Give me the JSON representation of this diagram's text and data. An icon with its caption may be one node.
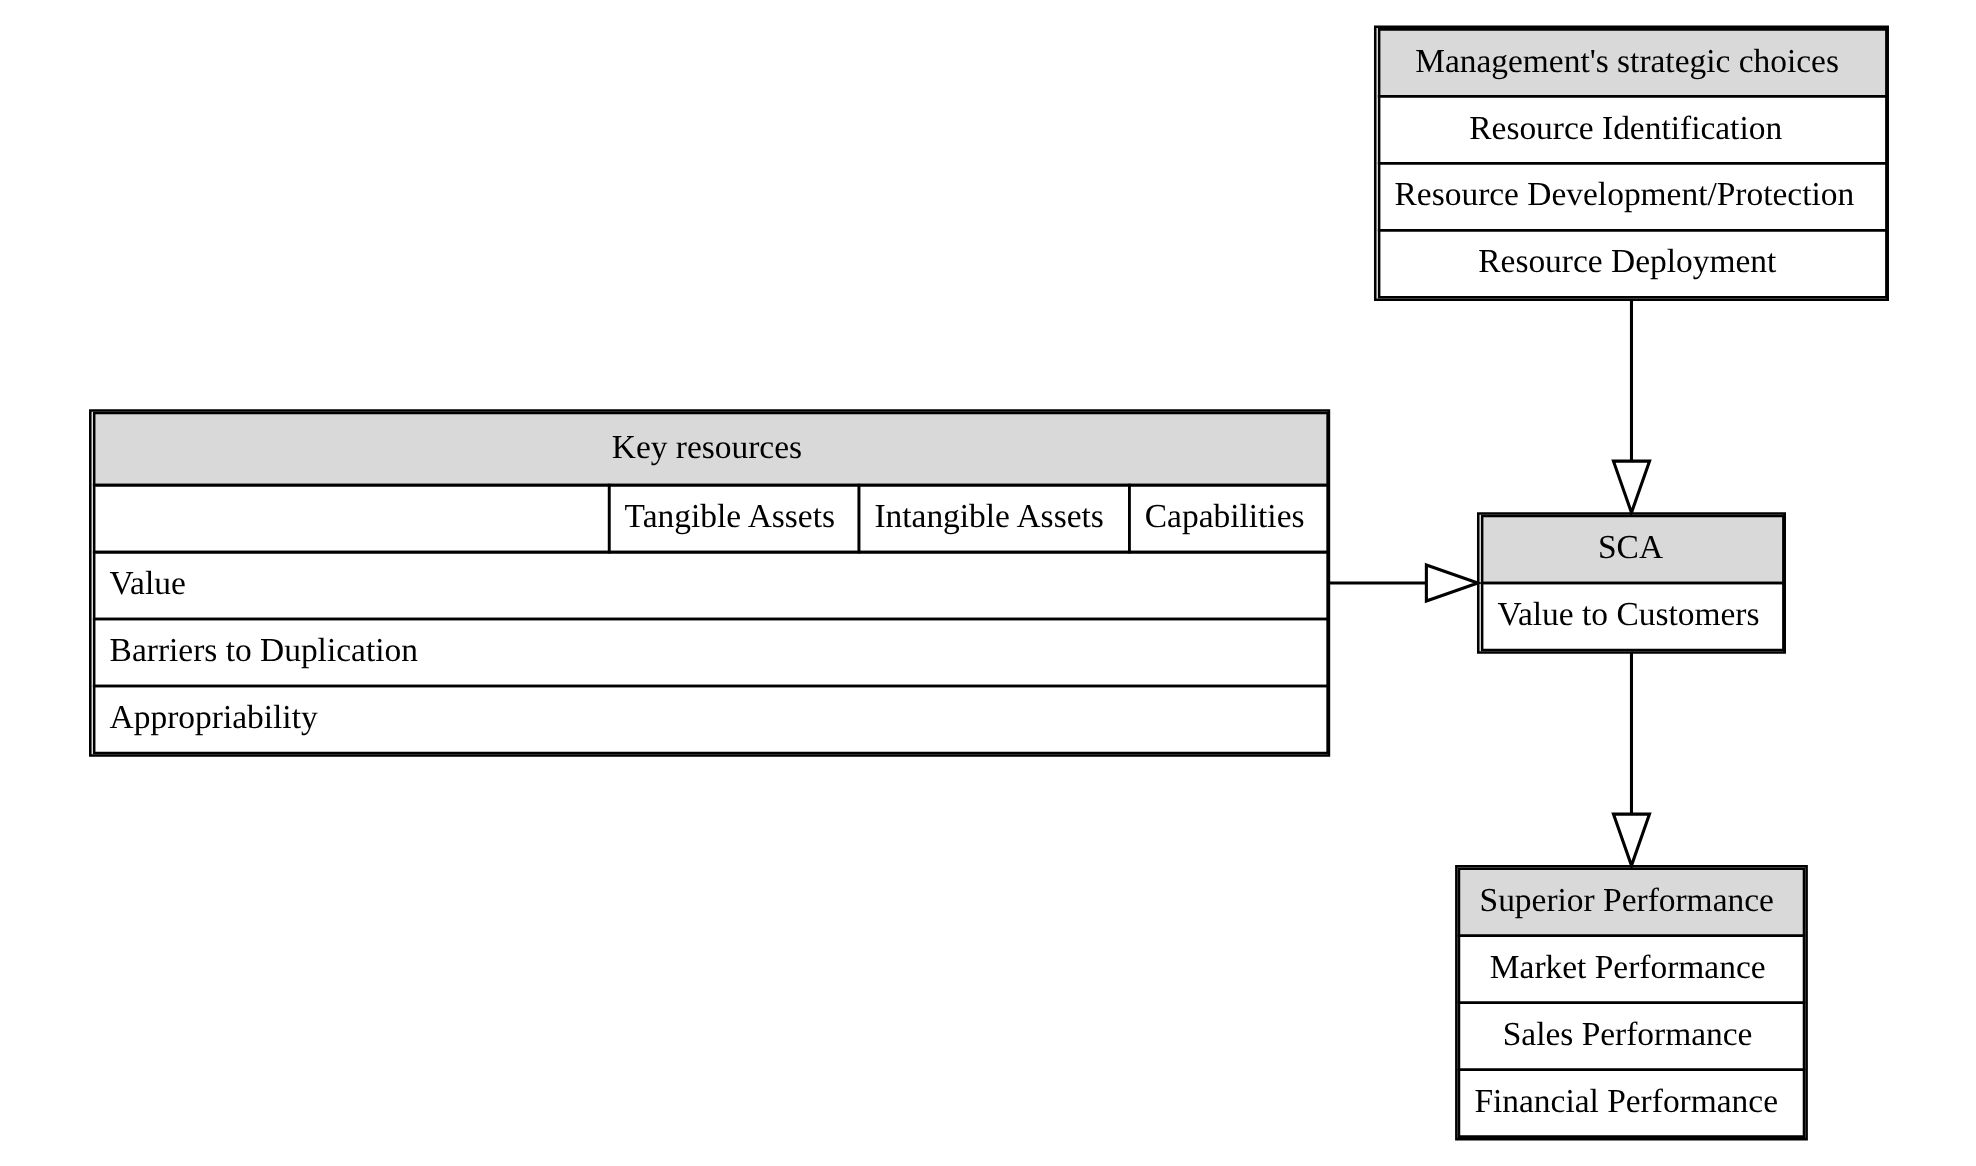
{
  "diagram": {
    "nodes": [
      {
        "text": [
          "Management's strategic choices",
          "Resource Identification",
          "Resource Development/Protection",
          "Resource Deployment"
        ]
      },
      {
        "text": [
          "Key resources",
          "Tangible Assets",
          "Intangible Assets",
          "Capabilities",
          "Value",
          "Barriers to Duplication",
          "Appropriability"
        ]
      },
      {
        "text": [
          "SCA",
          "Value to Customers"
        ]
      },
      {
        "text": [
          "Superior Performance",
          "Market Performance",
          "Sales Performance",
          "Financial Performance"
        ]
      }
    ],
    "edges": [
      {
        "from": 0,
        "to": 2,
        "arrow": "to"
      },
      {
        "from": 1,
        "to": 2,
        "arrow": "to"
      },
      {
        "from": 2,
        "to": 3,
        "arrow": "to"
      }
    ]
  }
}
